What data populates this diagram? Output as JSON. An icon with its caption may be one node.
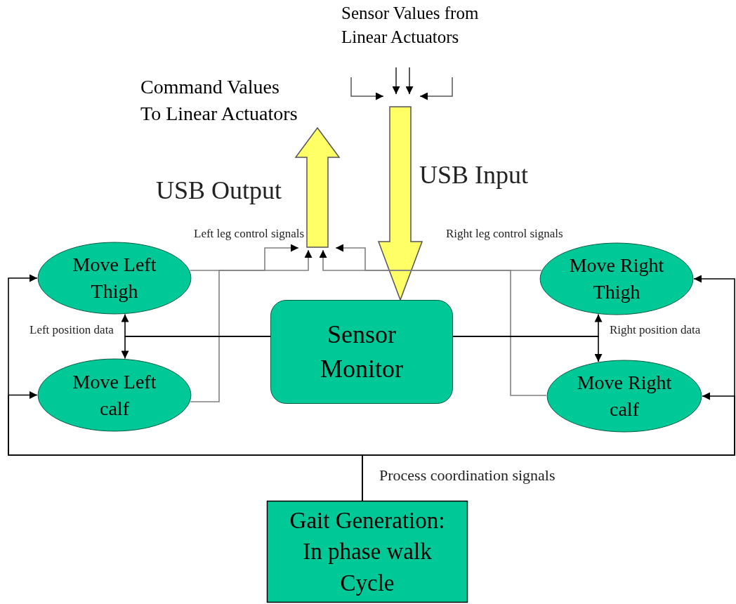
{
  "diagram": {
    "nodes": [
      {
        "text": [
          "Move Left Thigh"
        ]
      },
      {
        "text": [
          "Move Left calf"
        ]
      },
      {
        "text": [
          "Sensor Monitor"
        ]
      },
      {
        "text": [
          "Move Right Thigh"
        ]
      },
      {
        "text": [
          "Move Right calf"
        ]
      },
      {
        "text": [
          "Gait Generation: In phase walk Cycle"
        ]
      },
      {
        "text": [
          "Command Values To Linear Actuators"
        ]
      },
      {
        "text": [
          "Sensor Values from Linear Actuators"
        ]
      }
    ],
    "edges": [
      {
        "from": 7,
        "to": 2,
        "arrow": "to",
        "label": "USB Input",
        "style": "thick",
        "color": "#ffff66"
      },
      {
        "from": null,
        "to": 6,
        "arrow": "to",
        "label": "USB Output",
        "style": "thick",
        "color": "#ffff66"
      },
      {
        "from": 0,
        "to": null,
        "arrow": "to",
        "label": "Left leg control signals",
        "color": "#808080"
      },
      {
        "from": 1,
        "to": null,
        "arrow": "to",
        "color": "#808080"
      },
      {
        "from": 3,
        "to": null,
        "arrow": "to",
        "label": "Right leg control signals",
        "color": "#808080"
      },
      {
        "from": 4,
        "to": null,
        "arrow": "to",
        "color": "#808080"
      },
      {
        "from": 2,
        "to": 0,
        "arrow": "to",
        "label": "Left position data"
      },
      {
        "from": 2,
        "to": 1,
        "arrow": "to"
      },
      {
        "from": 2,
        "to": 3,
        "arrow": "to",
        "label": "Right position data"
      },
      {
        "from": 2,
        "to": 4,
        "arrow": "to"
      },
      {
        "from": 5,
        "to": 0,
        "arrow": "to",
        "label": "Process coordination signals"
      },
      {
        "from": 5,
        "to": 1,
        "arrow": "to"
      },
      {
        "from": 5,
        "to": 3,
        "arrow": "to"
      },
      {
        "from": 5,
        "to": 4,
        "arrow": "to"
      }
    ]
  }
}
